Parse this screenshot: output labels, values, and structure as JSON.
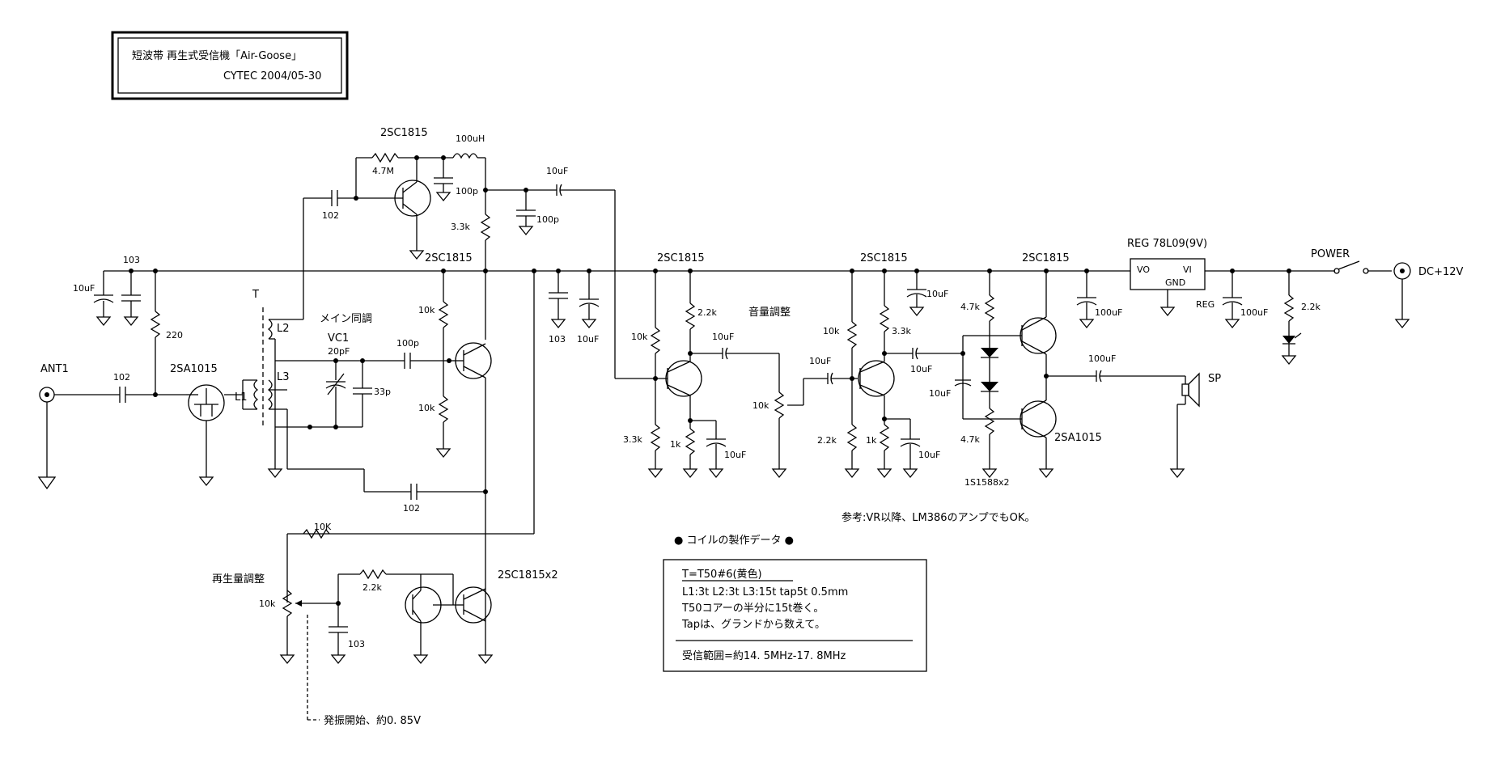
{
  "title_box": {
    "title": "短波帯 再生式受信機「Air-Goose」",
    "author_date": "CYTEC 2004/05-30"
  },
  "labels": {
    "ant": "ANT1",
    "dc": "DC+12V",
    "power": "POWER",
    "reg": "REG 78L09(9V)",
    "reg_vo": "VO",
    "reg_vi": "VI",
    "reg_gnd": "GND",
    "reg_label": "REG",
    "sp": "SP",
    "t": "T",
    "l1": "L1",
    "l2": "L2",
    "l3": "L3",
    "vc1": "VC1",
    "vc1_val": "20pF",
    "main_tune": "メイン同調",
    "regen_adj": "再生量調整",
    "volume_adj": "音量調整",
    "osc_start": "発振開始、約0. 85V",
    "q_rf1": "2SC1815",
    "q_rf2": "2SC1815",
    "q_2sa_fet": "2SA1015",
    "q_x2": "2SC1815x2",
    "q_af1": "2SC1815",
    "q_af2": "2SC1815",
    "q_af3": "2SC1815",
    "q_af4": "2SA1015",
    "diode": "1S1588x2",
    "ref_note": "参考:VR以降、LM386のアンプでもOK。"
  },
  "components": {
    "c103a": "103",
    "c10uf_a": "10uF",
    "r220": "220",
    "c102_ant": "102",
    "c102_top": "102",
    "r4_7m": "4.7M",
    "l100uh": "100uH",
    "c100p_a": "100p",
    "c100p_b": "100p",
    "r3_3k_a": "3.3k",
    "c10uf_b": "10uF",
    "r10k_a": "10k",
    "r10k_b": "10k",
    "c100p_c": "100p",
    "c33p": "33p",
    "c102_bot": "102",
    "r10k_regen": "10K",
    "vr10k_regen": "10k",
    "r2_2k_regen": "2.2k",
    "c103_regen": "103",
    "c103_b": "103",
    "c10uf_c": "10uF",
    "r10k_af1": "10k",
    "r2_2k_af1": "2.2k",
    "r3_3k_af1": "3.3k",
    "r1k_af1": "1k",
    "c10uf_af1e": "10uF",
    "c10uf_vr": "10uF",
    "vr10k": "10k",
    "c10uf_af2in": "10uF",
    "r10k_af2": "10k",
    "r3_3k_af2": "3.3k",
    "r2_2k_af2": "2.2k",
    "r1k_af2": "1k",
    "c10uf_af2e": "10uF",
    "c10uf_rail2": "10uF",
    "c10uf_drv": "10uF",
    "c10uf_bias": "10uF",
    "r4_7k_top": "4.7k",
    "r4_7k_bot": "4.7k",
    "c100uf_out": "100uF",
    "c100uf_a": "100uF",
    "c100uf_b": "100uF",
    "r2_2k_led": "2.2k"
  },
  "coil_data": {
    "heading": "● コイルの製作データ ●",
    "line1": "T=T50#6(黄色)",
    "line2": "L1:3t  L2:3t  L3:15t tap5t 0.5mm",
    "line3": "T50コアーの半分に15t巻く。",
    "line4": "Tapは、グランドから数えて。",
    "line5": "受信範囲=約14. 5MHz-17. 8MHz"
  }
}
